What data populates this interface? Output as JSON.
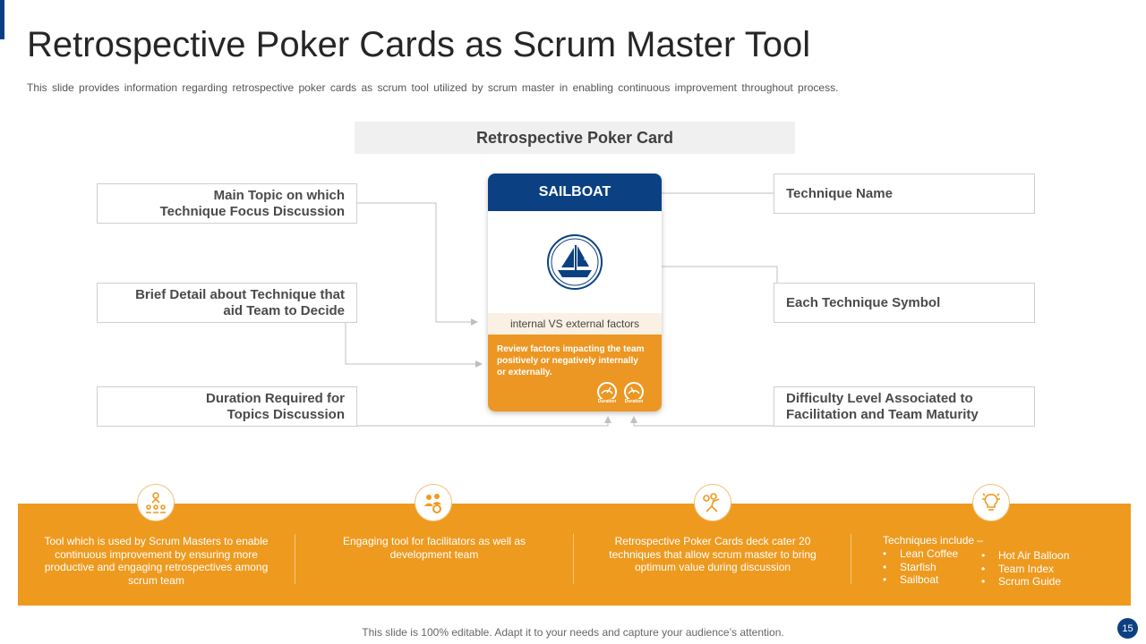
{
  "slide": {
    "title": "Retrospective Poker Cards as Scrum Master Tool",
    "subtitle": "This slide provides information regarding retrospective poker cards as scrum tool utilized by scrum master in enabling continuous improvement throughout process.",
    "page_number": "15",
    "footer": "This slide is 100% editable. Adapt it to your needs and capture your audience’s attention."
  },
  "card_heading": "Retrospective Poker Card",
  "left_labels": [
    {
      "line1": "Main Topic on which",
      "line2": "Technique Focus Discussion"
    },
    {
      "line1": "Brief Detail about Technique that",
      "line2": "aid Team to Decide"
    },
    {
      "line1": "Duration Required for",
      "line2": "Topics Discussion"
    }
  ],
  "right_labels": [
    {
      "line1": "Technique Name",
      "line2": ""
    },
    {
      "line1": "Each Technique Symbol",
      "line2": ""
    },
    {
      "line1": "Difficulty Level Associated to",
      "line2": "Facilitation and Team Maturity"
    }
  ],
  "poker_card": {
    "name": "SAILBOAT",
    "symbol_icon": "sailboat-icon",
    "topic": "internal VS external factors",
    "detail": "Review factors impacting the team positively or negatively internally or externally.",
    "gauges": [
      {
        "label": "Duration",
        "icon": "gauge-icon"
      },
      {
        "label": "Duration",
        "icon": "gauge-icon"
      }
    ],
    "colors": {
      "header": "#0b4183",
      "body": "#ec9723",
      "topic_bg": "#faf1e4"
    }
  },
  "features": [
    {
      "icon": "team-presentation-icon",
      "text": "Tool which is used by Scrum Masters to enable continuous improvement by ensuring more productive and engaging retrospectives among scrum team"
    },
    {
      "icon": "team-gear-icon",
      "text": "Engaging tool for facilitators as well as development team"
    },
    {
      "icon": "expert-person-icon",
      "text": "Retrospective Poker Cards deck cater 20 techniques that allow scrum master to bring optimum value during discussion"
    },
    {
      "icon": "lightbulb-gear-icon",
      "text": ""
    }
  ],
  "techniques": {
    "heading": "Techniques include –",
    "col1": [
      "Lean Coffee",
      "Starfish",
      "Sailboat"
    ],
    "col2": [
      "Hot Air Balloon",
      "Team Index",
      "Scrum Guide"
    ]
  },
  "colors": {
    "accent_blue": "#0b4183",
    "accent_orange": "#ee9a1f",
    "connector": "#bfbfbf"
  }
}
